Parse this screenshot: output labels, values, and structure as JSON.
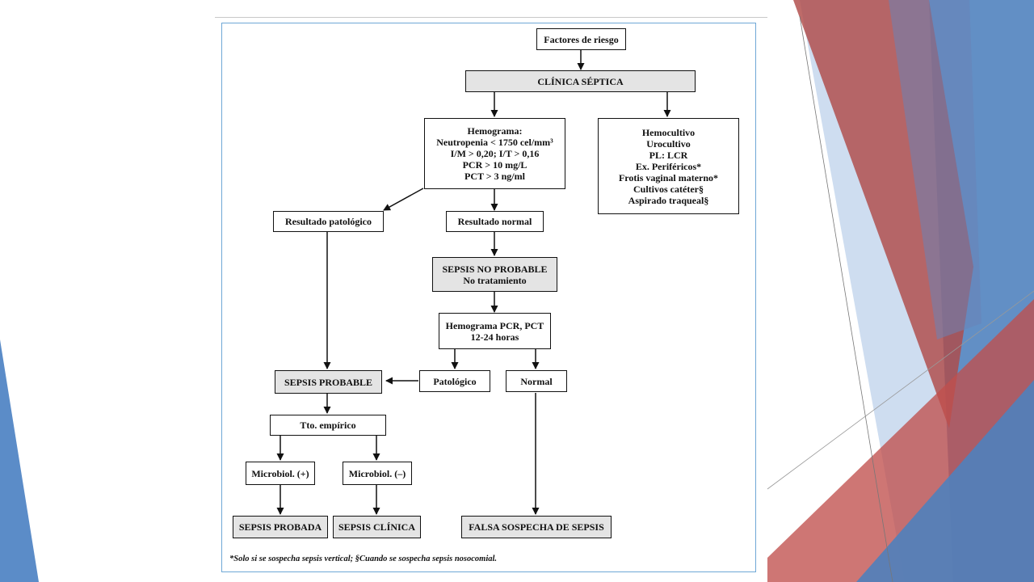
{
  "diagram": {
    "factores": "Factores de riesgo",
    "clinica": "CLÍNICA SÉPTICA",
    "hemograma": {
      "title": "Hemograma:",
      "lines": [
        "Neutropenia < 1750 cel/mm³",
        "I/M > 0,20; I/T > 0,16",
        "PCR > 10 mg/L",
        "PCT > 3 ng/ml"
      ]
    },
    "cultivos": [
      "Hemocultivo",
      "Urocultivo",
      "PL: LCR",
      "Ex. Periféricos*",
      "Frotis vaginal materno*",
      "Cultivos catéter§",
      "Aspirado traqueal§"
    ],
    "resultado_patologico": "Resultado patológico",
    "resultado_normal": "Resultado normal",
    "sepsis_no_probable": {
      "title": "SEPSIS NO PROBABLE",
      "sub": "No tratamiento"
    },
    "hemograma_repeat": {
      "line1": "Hemograma PCR, PCT",
      "line2": "12-24 horas"
    },
    "patologico": "Patológico",
    "normal": "Normal",
    "sepsis_probable": "SEPSIS PROBABLE",
    "tto_empirico": "Tto. empírico",
    "microbiol_pos": "Microbiol. (+)",
    "microbiol_neg": "Microbiol. (–)",
    "sepsis_probada": "SEPSIS PROBADA",
    "sepsis_clinica": "SEPSIS CLÍNICA",
    "falsa_sospecha": "FALSA SOSPECHA DE SEPSIS",
    "footnote": "*Solo si se sospecha sepsis vertical; §Cuando se sospecha sepsis nosocomial."
  },
  "colors": {
    "blue": "#4f81bd",
    "red": "#c0504d",
    "frame": "#6fa8d6",
    "shade": "#e4e4e4"
  }
}
